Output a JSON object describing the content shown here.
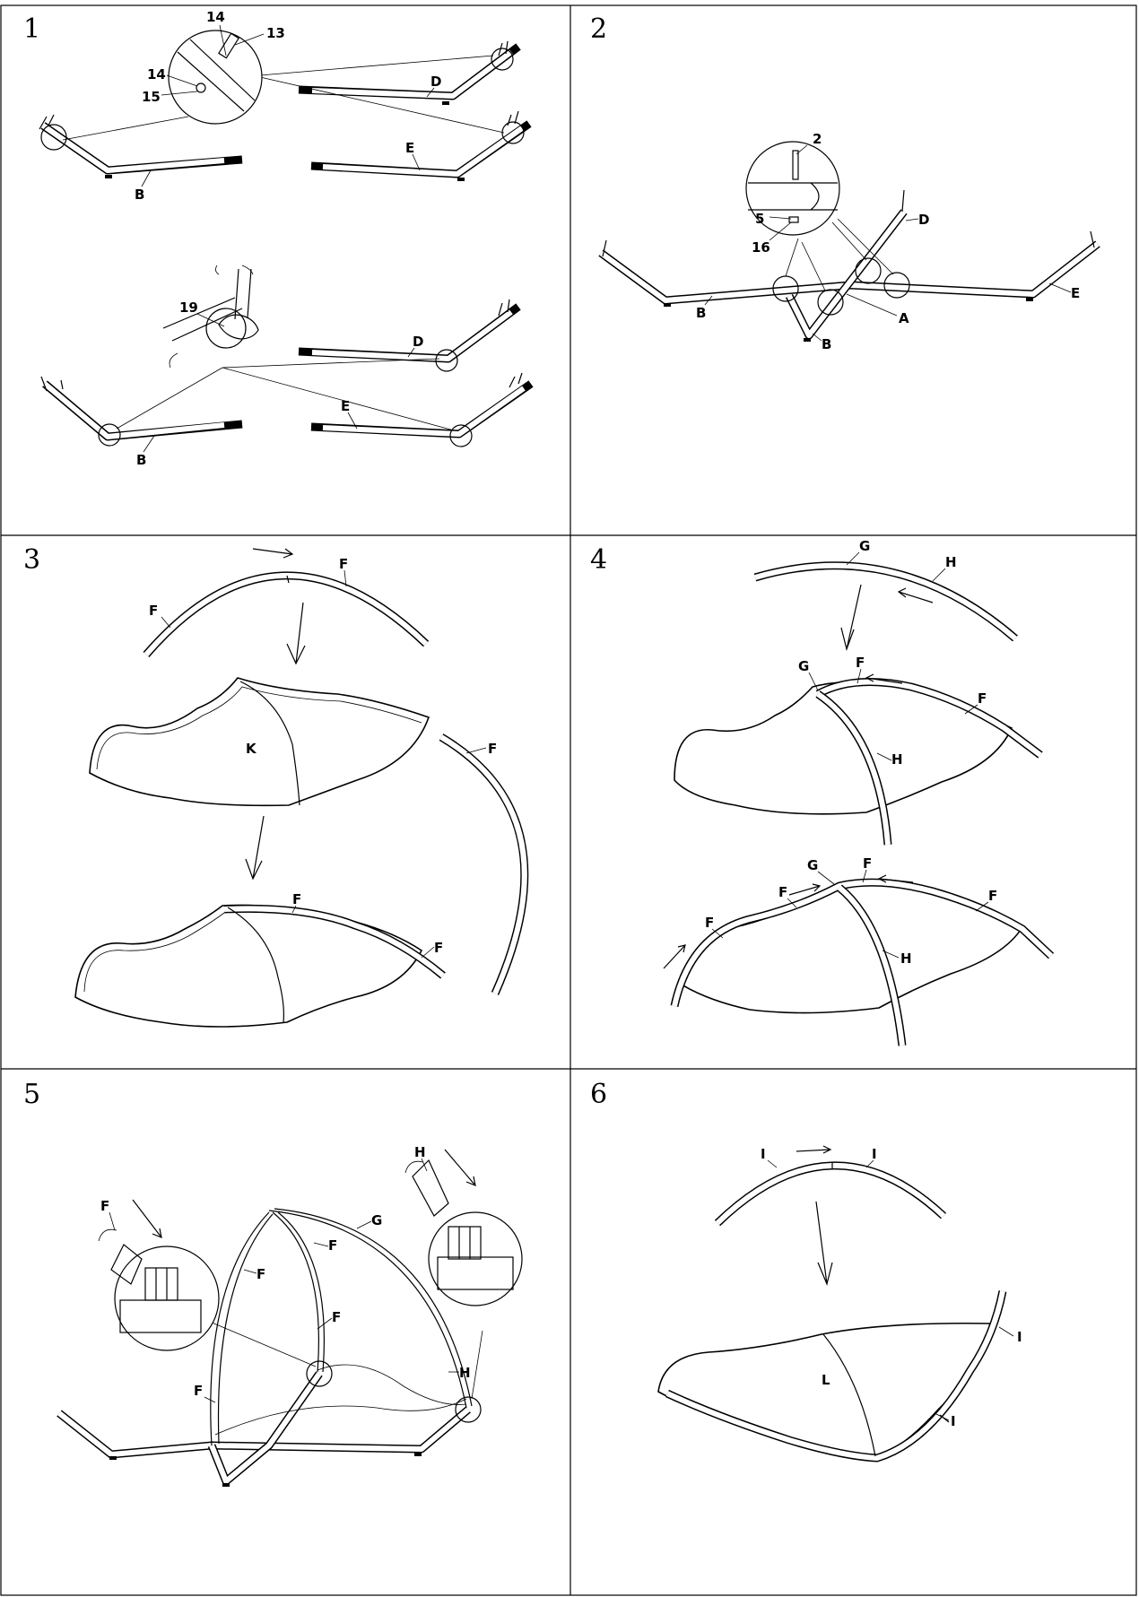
{
  "panels": [
    {
      "number": "1",
      "labels": {
        "p1": "14",
        "p2": "13",
        "p3": "14",
        "p4": "15",
        "d1": "D",
        "b1": "B",
        "e1": "E",
        "p5": "19",
        "d2": "D",
        "e2": "E",
        "b2": "B"
      }
    },
    {
      "number": "2",
      "labels": {
        "p1": "2",
        "p2": "5",
        "p3": "16",
        "d": "D",
        "e": "E",
        "b1": "B",
        "a": "A",
        "b2": "B"
      }
    },
    {
      "number": "3",
      "labels": {
        "f1": "F",
        "f2": "F",
        "k": "K",
        "f3": "F",
        "f4": "F",
        "f5": "F"
      }
    },
    {
      "number": "4",
      "labels": {
        "g1": "G",
        "h1": "H",
        "g2": "G",
        "f1": "F",
        "f2": "F",
        "h2": "H",
        "g3": "G",
        "f3": "F",
        "f4": "F",
        "f5": "F",
        "f6": "F",
        "h3": "H"
      }
    },
    {
      "number": "5",
      "labels": {
        "h1": "H",
        "f1": "F",
        "g": "G",
        "f2": "F",
        "f3": "F",
        "f4": "F",
        "h2": "H",
        "f5": "F"
      }
    },
    {
      "number": "6",
      "labels": {
        "i1": "I",
        "i2": "I",
        "i3": "I",
        "l": "L",
        "i4": "I"
      }
    }
  ]
}
